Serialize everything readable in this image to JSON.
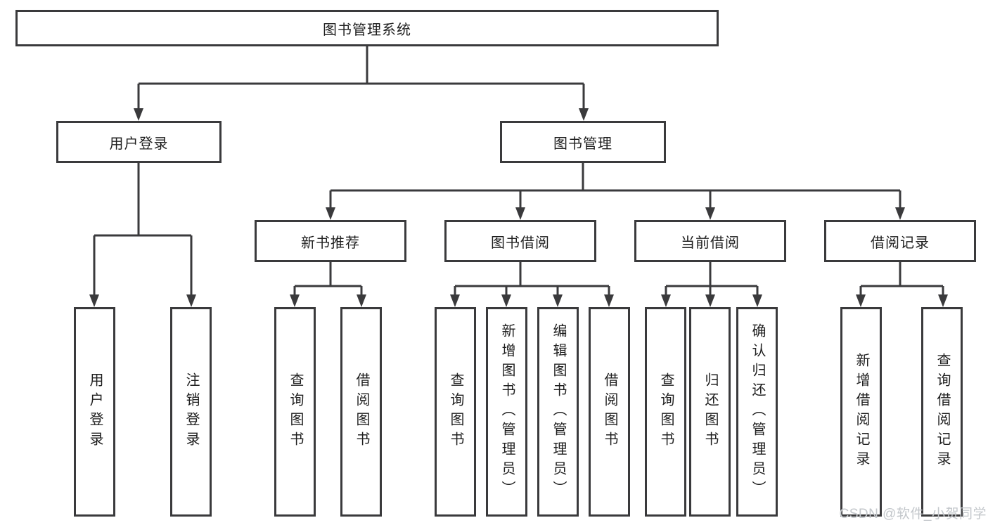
{
  "tree": {
    "label": "图书管理系统",
    "children": [
      {
        "label": "用户登录",
        "children": [
          {
            "label": "用户登录"
          },
          {
            "label": "注销登录"
          }
        ]
      },
      {
        "label": "图书管理",
        "children": [
          {
            "label": "新书推荐",
            "children": [
              {
                "label": "查询图书"
              },
              {
                "label": "借阅图书"
              }
            ]
          },
          {
            "label": "图书借阅",
            "children": [
              {
                "label": "查询图书"
              },
              {
                "label": "新增图书（管理员）"
              },
              {
                "label": "编辑图书（管理员）"
              },
              {
                "label": "借阅图书"
              }
            ]
          },
          {
            "label": "当前借阅",
            "children": [
              {
                "label": "查询图书"
              },
              {
                "label": "归还图书"
              },
              {
                "label": "确认归还（管理员）"
              }
            ]
          },
          {
            "label": "借阅记录",
            "children": [
              {
                "label": "新增借阅记录"
              },
              {
                "label": "查询借阅记录"
              }
            ]
          }
        ]
      }
    ]
  },
  "watermark": "CSDN @软件_小贺同学",
  "colors": {
    "line": "#3a3a3c",
    "text": "#1f1f1f",
    "watermark": "#c3c7cb"
  }
}
